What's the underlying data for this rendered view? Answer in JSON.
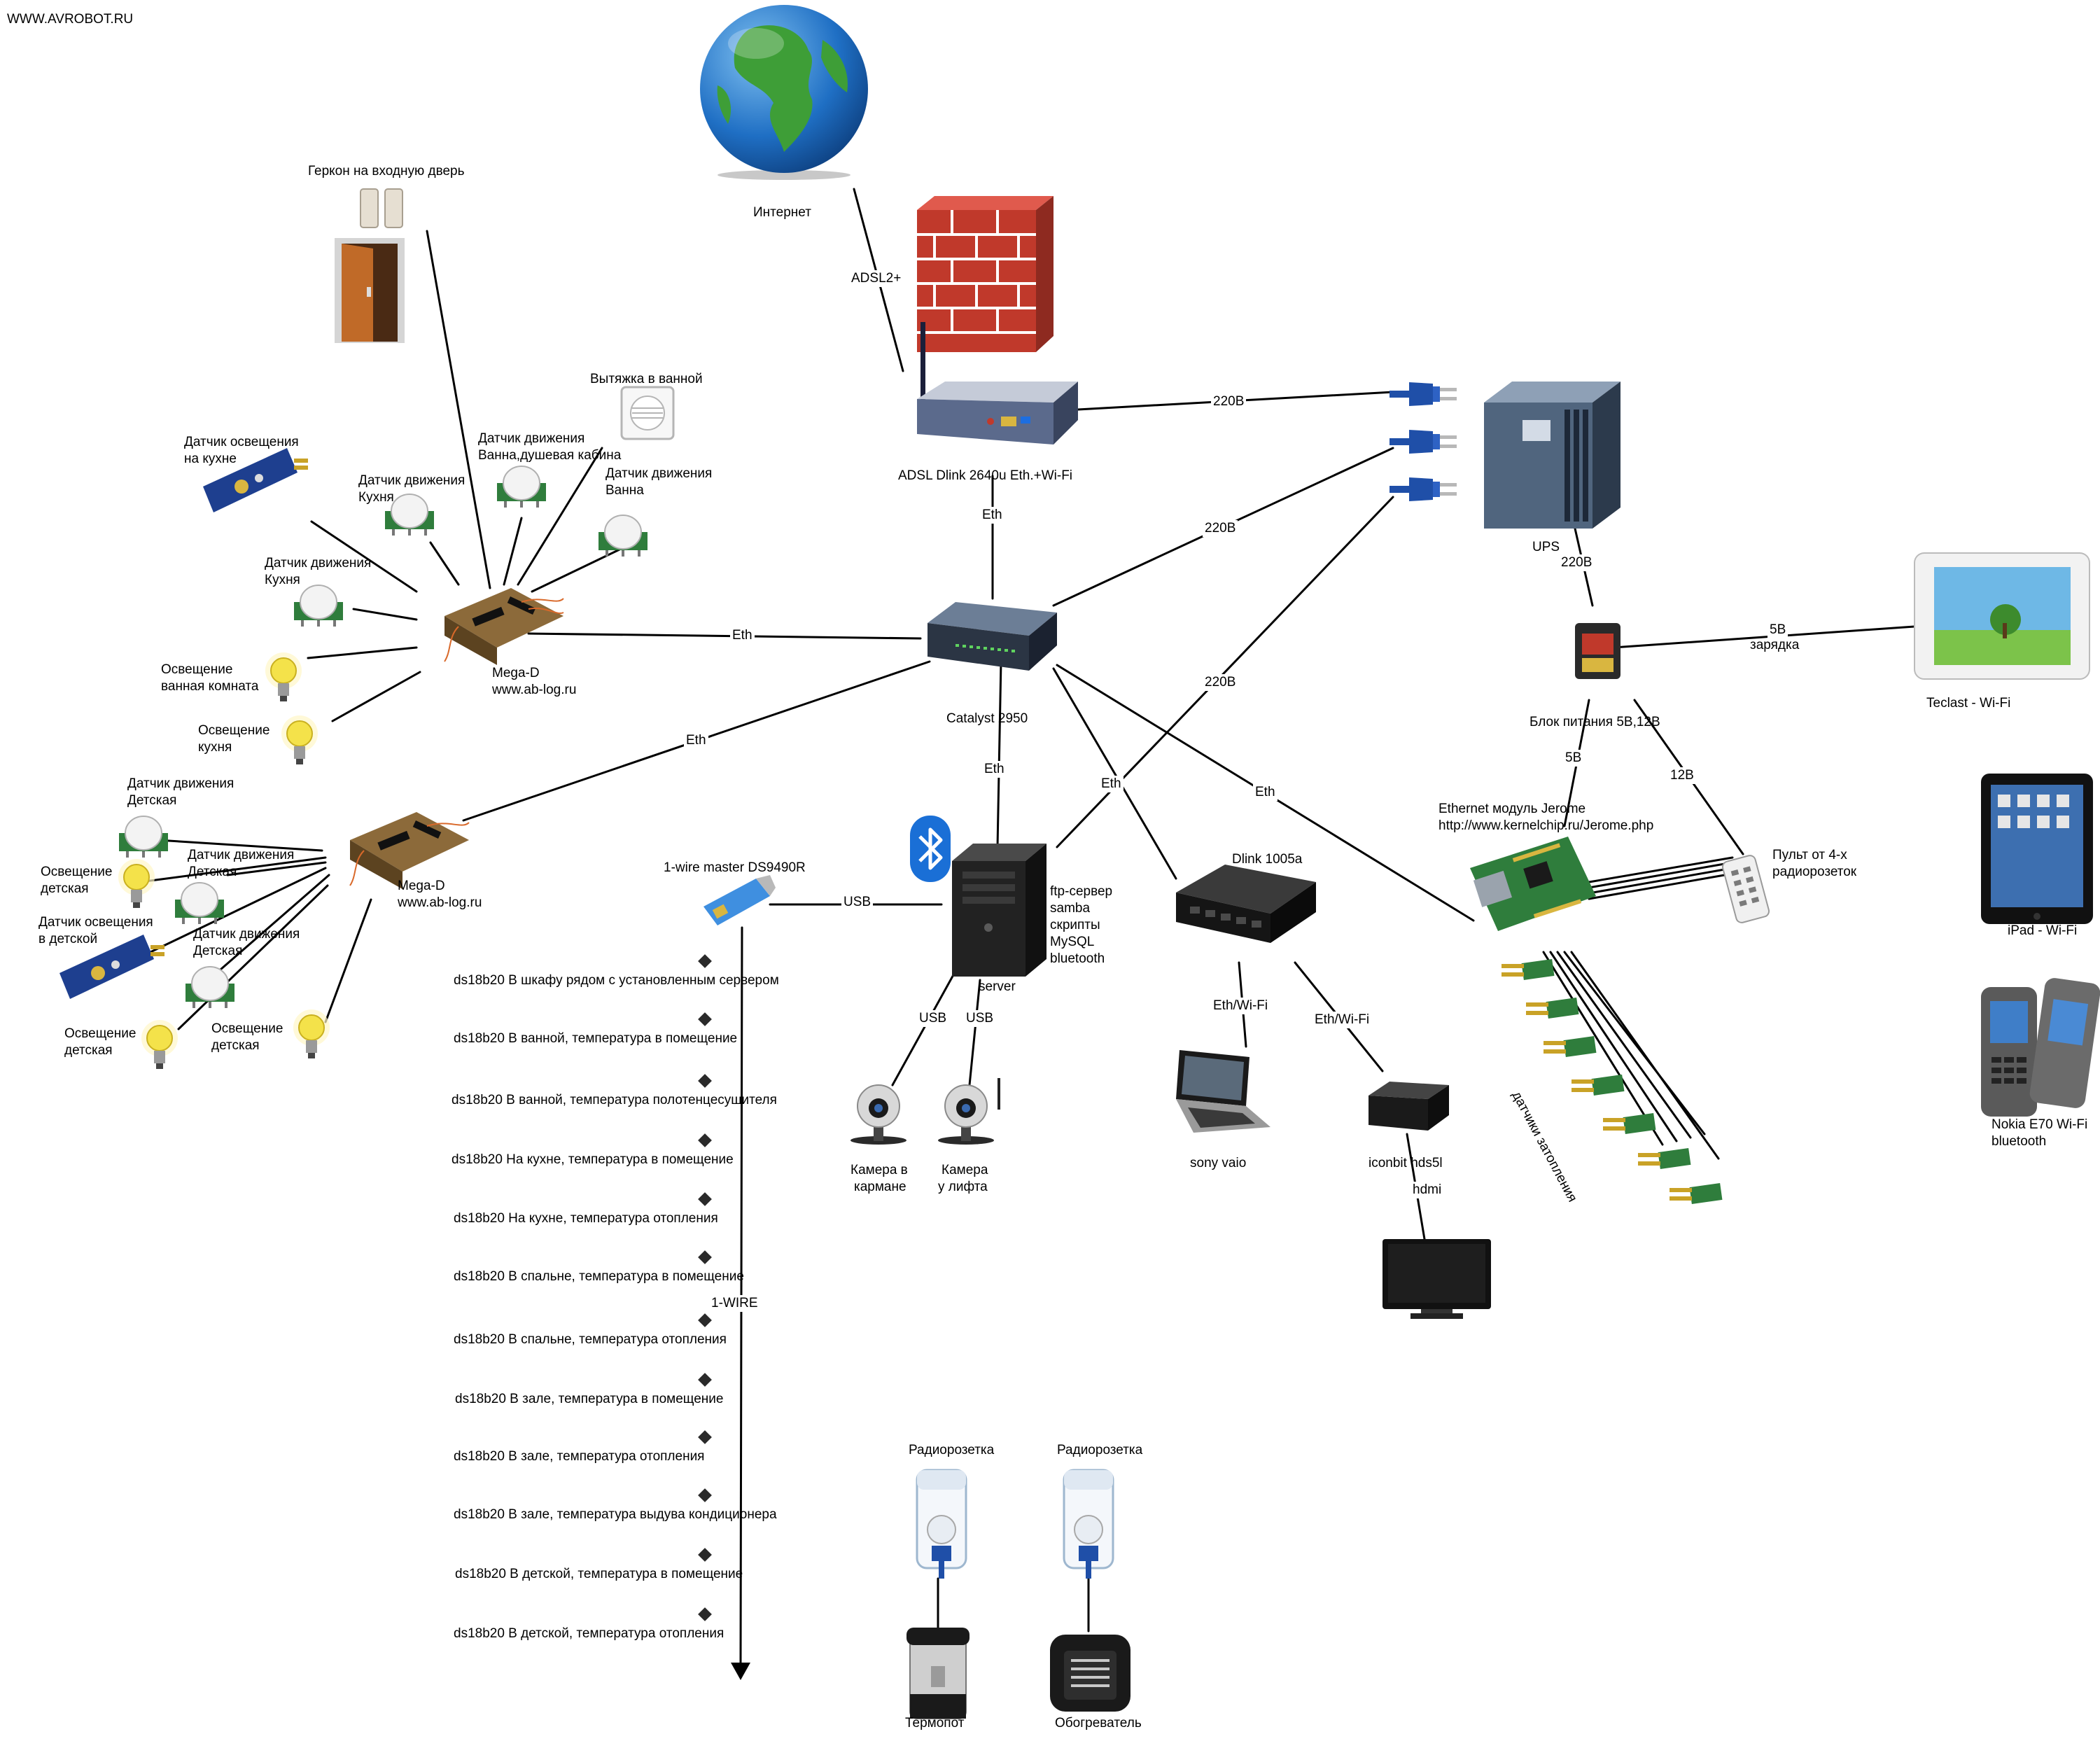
{
  "site": "WWW.AVROBOT.RU",
  "labels": {
    "internet": "Интернет",
    "adsl_link": "ADSL2+",
    "router": "ADSL Dlink 2640u Eth.+Wi-Fi",
    "ups": "UPS",
    "switch": "Catalyst 2950",
    "psu": "Блок питания 5В,12В",
    "teclast": "Teclast - Wi-Fi",
    "ipad": "iPad - Wi-Fi",
    "nokia_l1": "Nokia E70 Wi-Fi",
    "nokia_l2": "bluetooth",
    "jerome_l1": "Ethernet модуль Jerome",
    "jerome_l2": "http://www.kernelchip.ru/Jerome.php",
    "remote_l1": "Пульт от 4-х",
    "remote_l2": "радиорозеток",
    "flood": "датчики затопления",
    "dlink1005": "Dlink 1005a",
    "sony": "sony vaio",
    "iconbit": "iconbit hds5l",
    "hdmi": "hdmi",
    "server_name": "server",
    "server_l1": "ftp-сервер",
    "server_l2": "samba",
    "server_l3": "скрипты",
    "server_l4": "MySQL",
    "server_l5": "bluetooth",
    "onewire_master": "1-wire master DS9490R",
    "onewire_bus": "1-WIRE",
    "cam1_l1": "Камера в",
    "cam1_l2": "кармане",
    "cam2_l1": "Камера",
    "cam2_l2": "у лифта",
    "radio1": "Радиорозетка",
    "radio2": "Радиорозетка",
    "thermopot": "Термопот",
    "heater": "Обогреватель",
    "gerkon": "Геркон на входную дверь",
    "fan": "Вытяжка в ванной",
    "megad_l1": "Mega-D",
    "megad_l2": "www.ab-log.ru",
    "s_light_kitchen_l1": "Датчик освещения",
    "s_light_kitchen_l2": "на кухне",
    "s_motion_kitchen1_l1": "Датчик движения",
    "s_motion_kitchen1_l2": "Кухня",
    "s_motion_bath_shower_l1": "Датчик движения",
    "s_motion_bath_shower_l2": "Ванна,душевая кабина",
    "s_motion_bath_l1": "Датчик движения",
    "s_motion_bath_l2": "Ванна",
    "s_motion_kitchen2_l1": "Датчик движения",
    "s_motion_kitchen2_l2": "Кухня",
    "lamp_bath_l1": "Освещение",
    "lamp_bath_l2": "ванная комната",
    "lamp_kitchen_l1": "Освещение",
    "lamp_kitchen_l2": "кухня",
    "m2_motion1_l1": "Датчик движения",
    "m2_motion1_l2": "Детская",
    "m2_lamp1_l1": "Освещение",
    "m2_lamp1_l2": "детская",
    "m2_motion2_l1": "Датчик движения",
    "m2_motion2_l2": "Детская",
    "m2_light_l1": "Датчик освещения",
    "m2_light_l2": "в детской",
    "m2_motion3_l1": "Датчик движения",
    "m2_motion3_l2": "Детская",
    "m2_lamp2_l1": "Освещение",
    "m2_lamp2_l2": "детская",
    "m2_lamp3_l1": "Освещение",
    "m2_lamp3_l2": "детская"
  },
  "links": {
    "eth": "Eth",
    "v220": "220В",
    "v5": "5В",
    "v12": "12В",
    "charge_l1": "5В",
    "charge_l2": "зарядка",
    "usb": "USB",
    "ethwifi": "Eth/Wi-Fi"
  },
  "ds18b20": [
    "ds18b20 В шкафу рядом с установленным сервером",
    "ds18b20 В ванной, температура в помещение",
    "ds18b20 В ванной, температура полотенцесушителя",
    "ds18b20 На кухне, температура в помещение",
    "ds18b20 На кухне, температура отопления",
    "ds18b20 В спальне, температура в помещение",
    "ds18b20 В спальне, температура отопления",
    "ds18b20 В зале, температура в помещение",
    "ds18b20 В зале, температура отопления",
    "ds18b20 В зале, температура выдува кондиционера",
    "ds18b20 В детской, температура в помещение",
    "ds18b20 В детской, температура отопления"
  ],
  "colors": {
    "wire": "#000000",
    "globe_ocean": "#1f6fc4",
    "globe_land": "#3e9e37",
    "firewall_brick": "#c0392b",
    "plug_blue": "#1f4fa8",
    "bulb_yellow": "#f4e24a",
    "pcb_green": "#2f7d3c",
    "device_dark": "#1e1e1e",
    "bluetooth": "#1a6fd6"
  },
  "icons": [
    "globe-icon",
    "firewall-icon",
    "router-icon",
    "power-plug-icon",
    "ups-icon",
    "switch-icon",
    "psu-icon",
    "tablet-icon",
    "ipad-icon",
    "phone-icon",
    "jerome-board-icon",
    "remote-icon",
    "water-sensor-icon",
    "network-switch-icon",
    "laptop-icon",
    "media-player-icon",
    "tv-icon",
    "server-icon",
    "bluetooth-icon",
    "usb-adapter-icon",
    "camera-icon",
    "radio-socket-icon",
    "thermopot-icon",
    "heater-icon",
    "reed-switch-icon",
    "door-icon",
    "fan-icon",
    "light-sensor-icon",
    "motion-sensor-icon",
    "lamp-icon",
    "controller-board-icon",
    "temp-sensor-icon"
  ]
}
